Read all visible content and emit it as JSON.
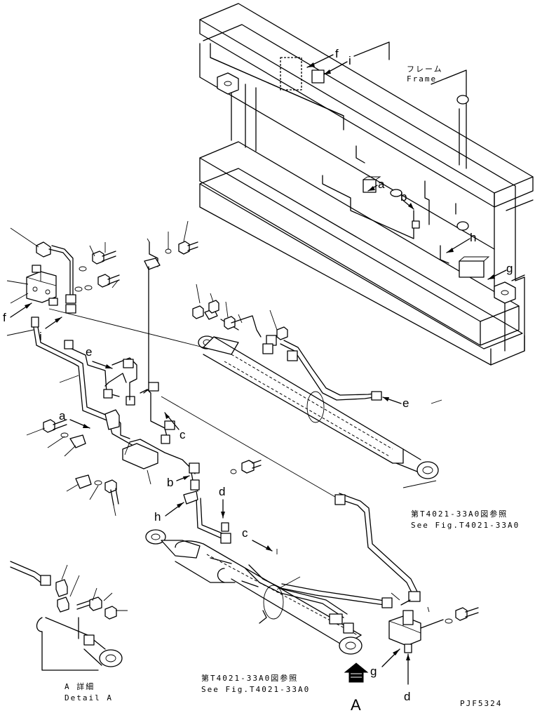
{
  "labels": {
    "frame_jp": "フレーム",
    "frame_en": "Frame",
    "see_fig_jp_right": "第T4021-33A0図参照",
    "see_fig_en_right": "See Fig.T4021-33A0",
    "see_fig_jp_bottom": "第T4021-33A0図参照",
    "see_fig_en_bottom": "See Fig.T4021-33A0",
    "detail_jp": "A 詳細",
    "detail_en": "Detail A",
    "view_arrow": "A",
    "drawing_code": "PJF5324"
  },
  "callouts": {
    "a": "a",
    "b": "b",
    "c": "c",
    "d": "d",
    "e": "e",
    "f": "f",
    "g": "g",
    "h": "h",
    "i": "i"
  }
}
